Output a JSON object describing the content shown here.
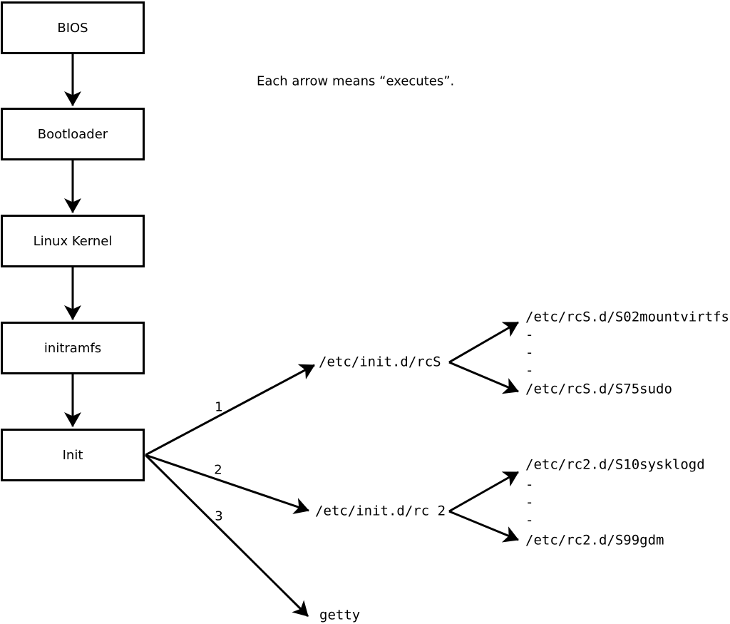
{
  "diagram": {
    "caption": "Each arrow means “executes”.",
    "chain": [
      {
        "label": "BIOS"
      },
      {
        "label": "Bootloader"
      },
      {
        "label": "Linux Kernel"
      },
      {
        "label": "initramfs"
      },
      {
        "label": "Init"
      }
    ],
    "init_branches": [
      {
        "order": "1",
        "target": "/etc/init.d/rcS"
      },
      {
        "order": "2",
        "target": "/etc/init.d/rc 2"
      },
      {
        "order": "3",
        "target": "getty"
      }
    ],
    "rcS_scripts": [
      "/etc/rcS.d/S02mountvirtfs",
      "-",
      "-",
      "-",
      "/etc/rcS.d/S75sudo"
    ],
    "rc2_scripts": [
      "/etc/rc2.d/S10sysklogd",
      "-",
      "-",
      "-",
      "/etc/rc2.d/S99gdm"
    ],
    "colors": {
      "stroke": "#000000",
      "text": "#000000",
      "background": "#ffffff",
      "box_fill": "#ffffff"
    }
  }
}
